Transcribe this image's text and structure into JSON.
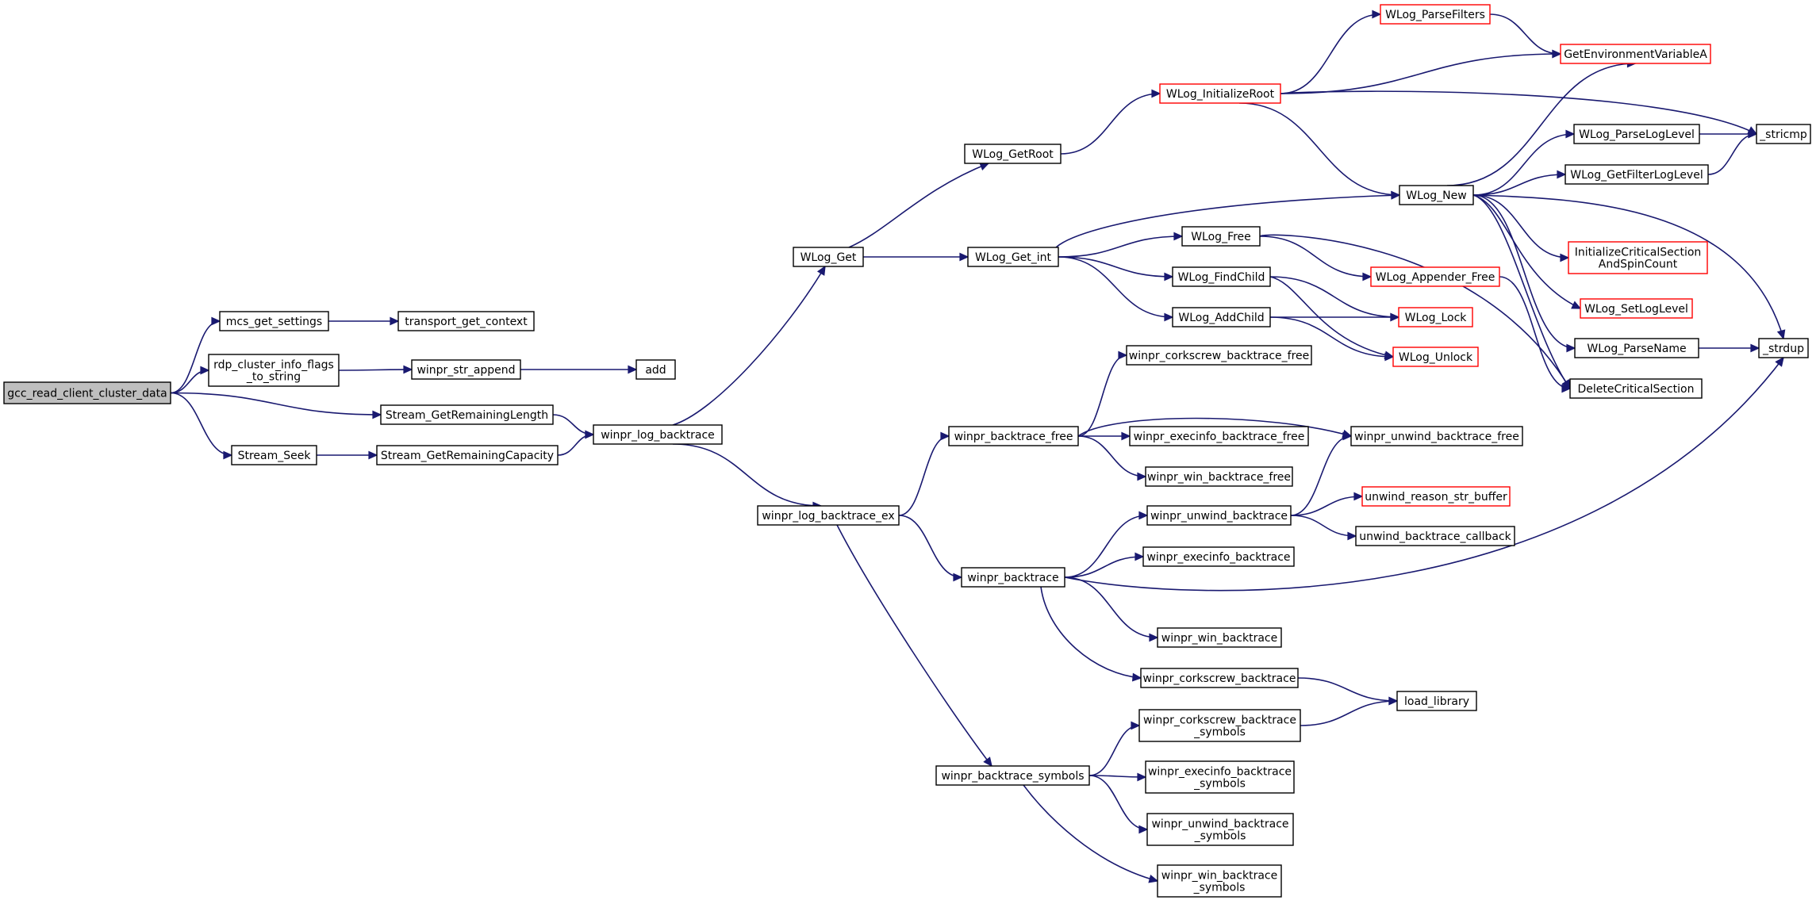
{
  "colors": {
    "edge": "#191970",
    "node_border": "#000000",
    "node_border_undocumented": "#ff0000",
    "root_fill": "#bfbfbf",
    "node_fill": "#ffffff"
  },
  "nodes": [
    {
      "id": "gcc_read_client_cluster_data",
      "lines": [
        "gcc_read_client_cluster_data"
      ],
      "root": true
    },
    {
      "id": "mcs_get_settings",
      "lines": [
        "mcs_get_settings"
      ]
    },
    {
      "id": "transport_get_context",
      "lines": [
        "transport_get_context"
      ]
    },
    {
      "id": "rdp_cluster_info_flags_to_string",
      "lines": [
        "rdp_cluster_info_flags",
        "_to_string"
      ]
    },
    {
      "id": "winpr_str_append",
      "lines": [
        "winpr_str_append"
      ]
    },
    {
      "id": "add",
      "lines": [
        "add"
      ]
    },
    {
      "id": "Stream_GetRemainingLength",
      "lines": [
        "Stream_GetRemainingLength"
      ]
    },
    {
      "id": "Stream_Seek",
      "lines": [
        "Stream_Seek"
      ]
    },
    {
      "id": "Stream_GetRemainingCapacity",
      "lines": [
        "Stream_GetRemainingCapacity"
      ]
    },
    {
      "id": "winpr_log_backtrace",
      "lines": [
        "winpr_log_backtrace"
      ]
    },
    {
      "id": "WLog_Get",
      "lines": [
        "WLog_Get"
      ]
    },
    {
      "id": "winpr_log_backtrace_ex",
      "lines": [
        "winpr_log_backtrace_ex"
      ]
    },
    {
      "id": "WLog_GetRoot",
      "lines": [
        "WLog_GetRoot"
      ]
    },
    {
      "id": "WLog_Get_int",
      "lines": [
        "WLog_Get_int"
      ]
    },
    {
      "id": "WLog_InitializeRoot",
      "lines": [
        "WLog_InitializeRoot"
      ],
      "red": true
    },
    {
      "id": "WLog_ParseFilters",
      "lines": [
        "WLog_ParseFilters"
      ],
      "red": true
    },
    {
      "id": "GetEnvironmentVariableA",
      "lines": [
        "GetEnvironmentVariableA"
      ],
      "red": true
    },
    {
      "id": "_stricmp",
      "lines": [
        "_stricmp"
      ]
    },
    {
      "id": "WLog_New",
      "lines": [
        "WLog_New"
      ]
    },
    {
      "id": "WLog_ParseLogLevel",
      "lines": [
        "WLog_ParseLogLevel"
      ]
    },
    {
      "id": "WLog_GetFilterLogLevel",
      "lines": [
        "WLog_GetFilterLogLevel"
      ]
    },
    {
      "id": "InitializeCriticalSectionAndSpinCount",
      "lines": [
        "InitializeCriticalSection",
        "AndSpinCount"
      ],
      "red": true
    },
    {
      "id": "WLog_SetLogLevel",
      "lines": [
        "WLog_SetLogLevel"
      ],
      "red": true
    },
    {
      "id": "WLog_ParseName",
      "lines": [
        "WLog_ParseName"
      ]
    },
    {
      "id": "_strdup",
      "lines": [
        "_strdup"
      ]
    },
    {
      "id": "DeleteCriticalSection",
      "lines": [
        "DeleteCriticalSection"
      ]
    },
    {
      "id": "WLog_Free",
      "lines": [
        "WLog_Free"
      ]
    },
    {
      "id": "WLog_FindChild",
      "lines": [
        "WLog_FindChild"
      ]
    },
    {
      "id": "WLog_AddChild",
      "lines": [
        "WLog_AddChild"
      ]
    },
    {
      "id": "WLog_Appender_Free",
      "lines": [
        "WLog_Appender_Free"
      ],
      "red": true
    },
    {
      "id": "WLog_Lock",
      "lines": [
        "WLog_Lock"
      ],
      "red": true
    },
    {
      "id": "WLog_Unlock",
      "lines": [
        "WLog_Unlock"
      ],
      "red": true
    },
    {
      "id": "winpr_backtrace_free",
      "lines": [
        "winpr_backtrace_free"
      ]
    },
    {
      "id": "winpr_corkscrew_backtrace_free",
      "lines": [
        "winpr_corkscrew_backtrace_free"
      ]
    },
    {
      "id": "winpr_execinfo_backtrace_free",
      "lines": [
        "winpr_execinfo_backtrace_free"
      ]
    },
    {
      "id": "winpr_win_backtrace_free",
      "lines": [
        "winpr_win_backtrace_free"
      ]
    },
    {
      "id": "winpr_unwind_backtrace_free",
      "lines": [
        "winpr_unwind_backtrace_free"
      ]
    },
    {
      "id": "winpr_backtrace",
      "lines": [
        "winpr_backtrace"
      ]
    },
    {
      "id": "winpr_unwind_backtrace",
      "lines": [
        "winpr_unwind_backtrace"
      ]
    },
    {
      "id": "unwind_reason_str_buffer",
      "lines": [
        "unwind_reason_str_buffer"
      ],
      "red": true
    },
    {
      "id": "unwind_backtrace_callback",
      "lines": [
        "unwind_backtrace_callback"
      ]
    },
    {
      "id": "winpr_execinfo_backtrace",
      "lines": [
        "winpr_execinfo_backtrace"
      ]
    },
    {
      "id": "winpr_win_backtrace",
      "lines": [
        "winpr_win_backtrace"
      ]
    },
    {
      "id": "winpr_corkscrew_backtrace",
      "lines": [
        "winpr_corkscrew_backtrace"
      ]
    },
    {
      "id": "load_library",
      "lines": [
        "load_library"
      ]
    },
    {
      "id": "winpr_backtrace_symbols",
      "lines": [
        "winpr_backtrace_symbols"
      ]
    },
    {
      "id": "winpr_corkscrew_backtrace_symbols",
      "lines": [
        "winpr_corkscrew_backtrace",
        "_symbols"
      ]
    },
    {
      "id": "winpr_execinfo_backtrace_symbols",
      "lines": [
        "winpr_execinfo_backtrace",
        "_symbols"
      ]
    },
    {
      "id": "winpr_unwind_backtrace_symbols",
      "lines": [
        "winpr_unwind_backtrace",
        "_symbols"
      ]
    },
    {
      "id": "winpr_win_backtrace_symbols",
      "lines": [
        "winpr_win_backtrace",
        "_symbols"
      ]
    }
  ],
  "edges": [
    [
      "gcc_read_client_cluster_data",
      "mcs_get_settings"
    ],
    [
      "gcc_read_client_cluster_data",
      "rdp_cluster_info_flags_to_string"
    ],
    [
      "gcc_read_client_cluster_data",
      "Stream_GetRemainingLength"
    ],
    [
      "gcc_read_client_cluster_data",
      "Stream_Seek"
    ],
    [
      "mcs_get_settings",
      "transport_get_context"
    ],
    [
      "rdp_cluster_info_flags_to_string",
      "winpr_str_append"
    ],
    [
      "winpr_str_append",
      "add"
    ],
    [
      "Stream_GetRemainingLength",
      "winpr_log_backtrace"
    ],
    [
      "Stream_Seek",
      "Stream_GetRemainingCapacity"
    ],
    [
      "Stream_GetRemainingCapacity",
      "winpr_log_backtrace"
    ],
    [
      "winpr_log_backtrace",
      "WLog_Get"
    ],
    [
      "winpr_log_backtrace",
      "winpr_log_backtrace_ex"
    ],
    [
      "WLog_Get",
      "WLog_GetRoot"
    ],
    [
      "WLog_Get",
      "WLog_Get_int"
    ],
    [
      "WLog_GetRoot",
      "WLog_InitializeRoot"
    ],
    [
      "WLog_InitializeRoot",
      "WLog_ParseFilters"
    ],
    [
      "WLog_InitializeRoot",
      "GetEnvironmentVariableA"
    ],
    [
      "WLog_InitializeRoot",
      "_stricmp"
    ],
    [
      "WLog_InitializeRoot",
      "WLog_New"
    ],
    [
      "WLog_ParseFilters",
      "GetEnvironmentVariableA"
    ],
    [
      "WLog_New",
      "GetEnvironmentVariableA"
    ],
    [
      "WLog_New",
      "WLog_ParseLogLevel"
    ],
    [
      "WLog_New",
      "WLog_GetFilterLogLevel"
    ],
    [
      "WLog_New",
      "InitializeCriticalSectionAndSpinCount"
    ],
    [
      "WLog_New",
      "WLog_SetLogLevel"
    ],
    [
      "WLog_New",
      "WLog_ParseName"
    ],
    [
      "WLog_New",
      "_strdup"
    ],
    [
      "WLog_New",
      "DeleteCriticalSection"
    ],
    [
      "WLog_ParseLogLevel",
      "_stricmp"
    ],
    [
      "WLog_GetFilterLogLevel",
      "_stricmp"
    ],
    [
      "WLog_ParseName",
      "_strdup"
    ],
    [
      "WLog_Get_int",
      "WLog_New"
    ],
    [
      "WLog_Get_int",
      "WLog_Free"
    ],
    [
      "WLog_Get_int",
      "WLog_FindChild"
    ],
    [
      "WLog_Get_int",
      "WLog_AddChild"
    ],
    [
      "WLog_Free",
      "WLog_Appender_Free"
    ],
    [
      "WLog_Free",
      "DeleteCriticalSection"
    ],
    [
      "WLog_FindChild",
      "WLog_Lock"
    ],
    [
      "WLog_FindChild",
      "WLog_Unlock"
    ],
    [
      "WLog_AddChild",
      "WLog_Lock"
    ],
    [
      "WLog_AddChild",
      "WLog_Unlock"
    ],
    [
      "WLog_Appender_Free",
      "DeleteCriticalSection"
    ],
    [
      "winpr_log_backtrace_ex",
      "winpr_backtrace_free"
    ],
    [
      "winpr_log_backtrace_ex",
      "winpr_backtrace"
    ],
    [
      "winpr_log_backtrace_ex",
      "winpr_backtrace_symbols"
    ],
    [
      "winpr_backtrace_free",
      "winpr_corkscrew_backtrace_free"
    ],
    [
      "winpr_backtrace_free",
      "winpr_unwind_backtrace_free"
    ],
    [
      "winpr_backtrace_free",
      "winpr_execinfo_backtrace_free"
    ],
    [
      "winpr_backtrace_free",
      "winpr_win_backtrace_free"
    ],
    [
      "winpr_backtrace",
      "winpr_unwind_backtrace"
    ],
    [
      "winpr_backtrace",
      "winpr_execinfo_backtrace"
    ],
    [
      "winpr_backtrace",
      "_strdup"
    ],
    [
      "winpr_backtrace",
      "winpr_win_backtrace"
    ],
    [
      "winpr_backtrace",
      "winpr_corkscrew_backtrace"
    ],
    [
      "winpr_unwind_backtrace",
      "winpr_unwind_backtrace_free"
    ],
    [
      "winpr_unwind_backtrace",
      "unwind_reason_str_buffer"
    ],
    [
      "winpr_unwind_backtrace",
      "unwind_backtrace_callback"
    ],
    [
      "winpr_corkscrew_backtrace",
      "load_library"
    ],
    [
      "winpr_backtrace_symbols",
      "winpr_corkscrew_backtrace_symbols"
    ],
    [
      "winpr_backtrace_symbols",
      "winpr_execinfo_backtrace_symbols"
    ],
    [
      "winpr_backtrace_symbols",
      "winpr_unwind_backtrace_symbols"
    ],
    [
      "winpr_backtrace_symbols",
      "winpr_win_backtrace_symbols"
    ],
    [
      "winpr_corkscrew_backtrace_symbols",
      "load_library"
    ]
  ]
}
